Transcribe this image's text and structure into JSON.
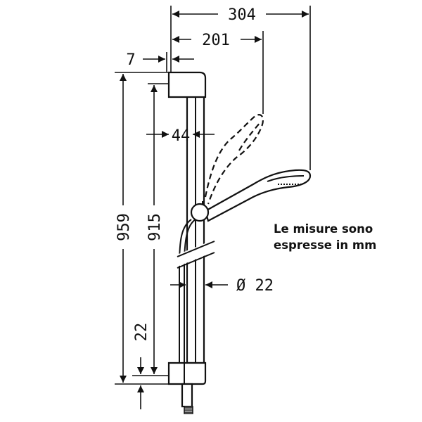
{
  "dimensions": {
    "overall_width": "304",
    "spray_reach": "201",
    "wall_offset": "7",
    "bar_spacing": "44",
    "total_height": "959",
    "bar_height": "915",
    "bottom_offset": "22",
    "bar_diameter": "Ø 22"
  },
  "note": {
    "line1": "Le misure sono",
    "line2": "espresse in mm"
  }
}
